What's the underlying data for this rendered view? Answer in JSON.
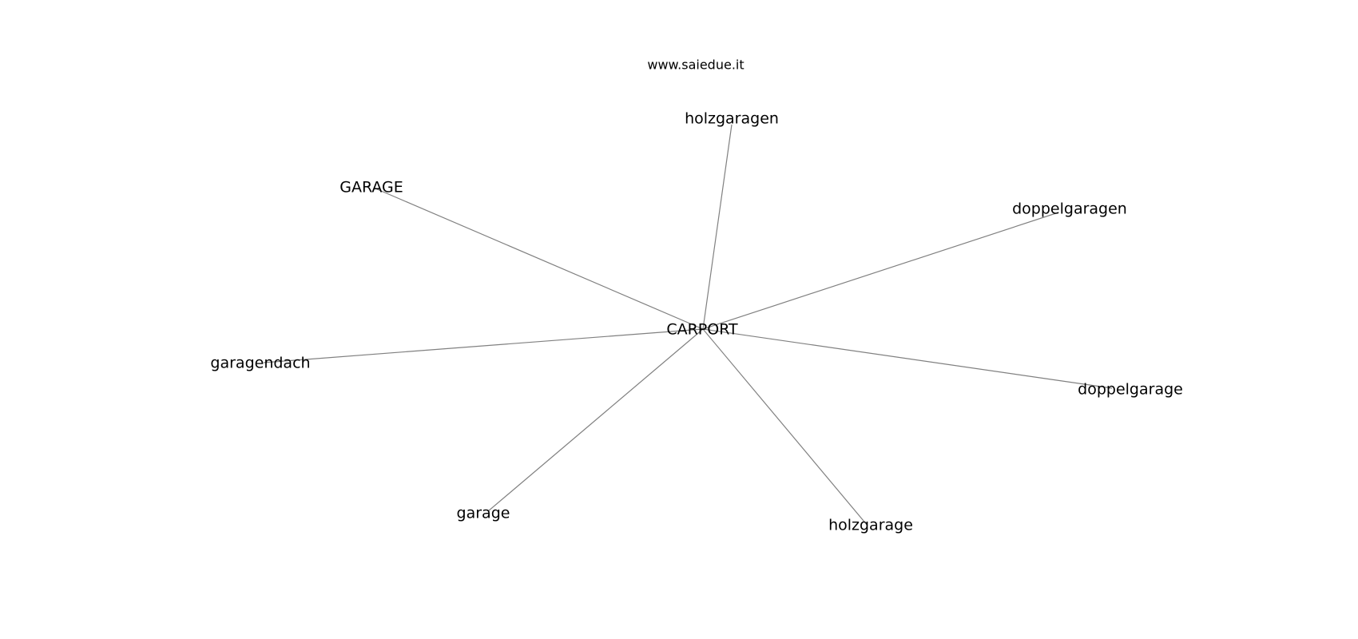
{
  "header": {
    "site": "www.saiedue.it"
  },
  "graph": {
    "center": {
      "id": "center",
      "label": "CARPORT"
    },
    "nodes": [
      {
        "id": "holzgaragen",
        "label": "holzgaragen"
      },
      {
        "id": "GARAGE",
        "label": "GARAGE"
      },
      {
        "id": "doppelgaragen",
        "label": "doppelgaragen"
      },
      {
        "id": "garagendach",
        "label": "garagendach"
      },
      {
        "id": "doppelgarage",
        "label": "doppelgarage"
      },
      {
        "id": "garage",
        "label": "garage"
      },
      {
        "id": "holzgarage",
        "label": "holzgarage"
      }
    ],
    "edges": [
      {
        "from": "center",
        "to": "holzgaragen"
      },
      {
        "from": "center",
        "to": "GARAGE"
      },
      {
        "from": "center",
        "to": "doppelgaragen"
      },
      {
        "from": "center",
        "to": "garagendach"
      },
      {
        "from": "center",
        "to": "doppelgarage"
      },
      {
        "from": "center",
        "to": "garage"
      },
      {
        "from": "center",
        "to": "holzgarage"
      }
    ],
    "edge_color": "#808080",
    "text_color": "#000000"
  }
}
